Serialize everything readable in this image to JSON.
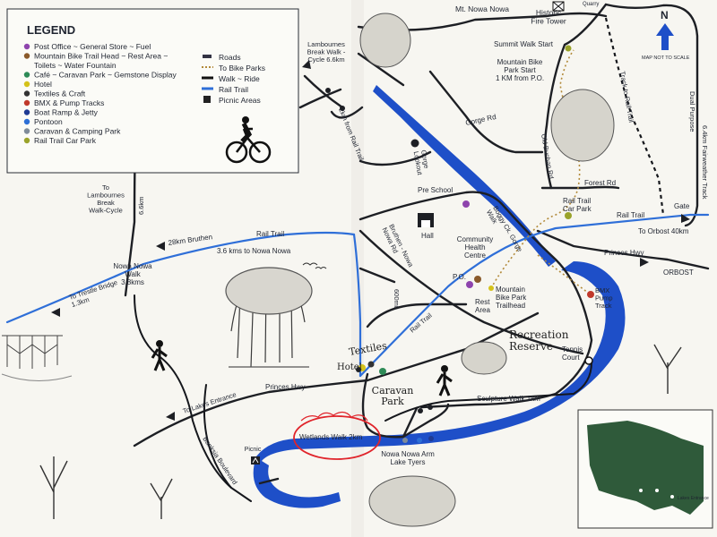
{
  "legend": {
    "title": "LEGEND",
    "items_left": [
      {
        "label": "Post Office ~ General Store ~ Fuel",
        "color": "#8e44ad"
      },
      {
        "label": "Mountain Bike Trail Head ~ Rest Area ~",
        "color": "#8a5a2b"
      },
      {
        "label": "Toilets ~ Water Fountain",
        "color": ""
      },
      {
        "label": "Café ~ Caravan Park ~ Gemstone Display",
        "color": "#2e8b57"
      },
      {
        "label": "Hotel",
        "color": "#d4c21a"
      },
      {
        "label": "Textiles & Craft",
        "color": "#333333"
      },
      {
        "label": "BMX & Pump Tracks",
        "color": "#c0392b"
      },
      {
        "label": "Boat Ramp & Jetty",
        "color": "#1f3a93"
      },
      {
        "label": "Pontoon",
        "color": "#2d6fd6"
      },
      {
        "label": "Caravan & Camping Park",
        "color": "#7f8c9a"
      },
      {
        "label": "Rail Trail Car Park",
        "color": "#9aa32a"
      }
    ],
    "items_right": [
      {
        "label": "Roads",
        "icon": "road"
      },
      {
        "label": "To Bike Parks",
        "icon": "dotted"
      },
      {
        "label": "Walk ~ Ride",
        "icon": "walk"
      },
      {
        "label": "Rail Trail",
        "icon": "rail"
      },
      {
        "label": "Picnic Areas",
        "icon": "picnic"
      }
    ]
  },
  "north": {
    "letter": "N",
    "scale_note": "MAP NOT TO SCALE"
  },
  "labels": {
    "mt_nowa_nowa": "Mt. Nowa Nowa",
    "quarry": "Quarry",
    "fire_tower": "Historic\nFire Tower",
    "summit_walk": "Summit Walk Start",
    "mtb_start": "Mountain Bike\nPark Start\n1 KM from P.O.",
    "lambournes_break": "Lambournes\nBreak Walk -\nCycle 6.6km",
    "to_lambournes": "To\nLambournes\nBreak\nWalk-Cycle",
    "km66": "6.6km",
    "km2_rail": "2km from Rail Trail",
    "gorge_rd": "Gorge Rd",
    "old_buchan": "Old Buchan Rd",
    "track_rail": "Track to Rail Trail",
    "dual_purpose": "Dual Purpose",
    "fairweather": "6.4km Fairweather Track",
    "forest_rd": "Forest Rd",
    "rail_trail_car": "Rail Trail\nCar Park",
    "gate": "Gate",
    "rail_trail_r": "Rail Trail",
    "to_orbost": "To Orbost 40km",
    "princes_hwy_r": "Princes Hwy",
    "orbost": "ORBOST",
    "gorge_lookout": "Gorge\nLookout",
    "pre_school": "Pre School",
    "hall": "Hall",
    "boggy_ck": "Boggy Ck. Gorge\nWalk",
    "community": "Community\nHealth\nCentre",
    "bruthen_nowa": "Bruthen - Nowa\nNowa Rd",
    "po": "P.O.",
    "mtb_trailhead": "Mountain\nBike Park\nTrailhead",
    "rest_area": "Rest\nArea",
    "bmx": "BMX\nPump\nTrack",
    "recreation": "Recreation\nReserve",
    "tennis": "Tennis\nCourt",
    "bruthen_28": "28km Bruthen",
    "rail_trail_l": "Rail Trail",
    "km36": "3.6 kms to Nowa Nowa",
    "to_trestle": "To Trestle Bridge\n1.3km",
    "nowa_walk": "Nowa Nowa\nWalk\n3.8kms",
    "m600": "600mt.",
    "rail_trail_mid": "Rail Trail",
    "textiles": "Textiles",
    "hotel": "Hotel",
    "caravan": "Caravan\nPark",
    "princes_hwy_l": "Princes Hwy",
    "to_lakes": "To Lakes Entrance",
    "sculpture": "Sculpture Walk 1km",
    "wetlands": "Wetlands Walk 2km",
    "picnic": "Picnic",
    "banksia": "Banksia Boulevard",
    "nowa_arm": "Nowa Nowa Arm\nLake Tyers",
    "lakes_entrance_inset": "Lakes Entrance"
  }
}
